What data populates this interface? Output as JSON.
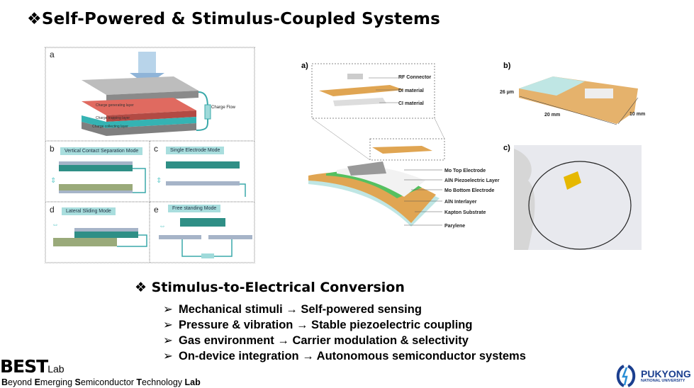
{
  "title": "❖Self-Powered & Stimulus-Coupled Systems",
  "left_figure": {
    "panel_a": {
      "label": "a",
      "layers": [
        "Charge generating layer",
        "Charge trapping layer",
        "Charge collecting layer"
      ],
      "flow": "Charge Flow"
    },
    "panel_b": {
      "label": "b",
      "mode": "Vertical Contact Separation Mode"
    },
    "panel_c": {
      "label": "c",
      "mode": "Single Electrode Mode"
    },
    "panel_d": {
      "label": "d",
      "mode": "Lateral Sliding Mode"
    },
    "panel_e": {
      "label": "e",
      "mode": "Free standing Mode"
    }
  },
  "right_figure": {
    "panel_a": {
      "label": "a)",
      "inset_labels": [
        "RF Connector",
        "DI material",
        "CI material"
      ],
      "layers": [
        "Mo Top Electrode",
        "AlN Piezoelectric Layer",
        "Mo Bottom Electrode",
        "AlN Interlayer",
        "Kapton Substrate",
        "Parylene"
      ]
    },
    "panel_b": {
      "label": "b)",
      "thickness": "26 µm",
      "length": "20 mm",
      "width": "10 mm"
    },
    "panel_c": {
      "label": "c)"
    }
  },
  "section": {
    "heading": "❖ Stimulus-to-Electrical Conversion",
    "bullet_marker": "➢",
    "items": [
      "Mechanical stimuli → Self-powered sensing",
      "Pressure & vibration → Stable piezoelectric coupling",
      "Gas environment → Carrier modulation & selectivity",
      "On-device integration → Autonomous semiconductor systems"
    ]
  },
  "footer": {
    "lab_logo": "BEST",
    "lab_suffix": "Lab",
    "lab_full": [
      "B",
      "eyond ",
      "E",
      "merging ",
      "S",
      "emiconductor ",
      "T",
      "echnology ",
      "Lab"
    ],
    "university": "PUKYONG",
    "university_sub": "NATIONAL UNIVERSITY"
  }
}
